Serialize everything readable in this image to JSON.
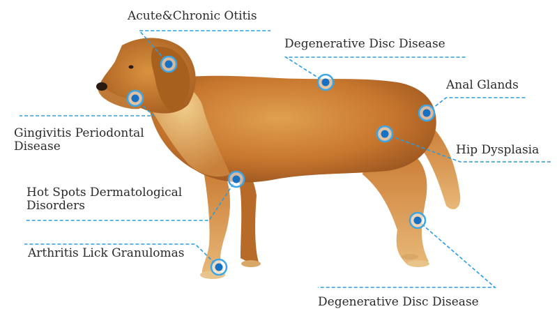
{
  "colors": {
    "leader_line": "#2a9be0",
    "marker_ring": "#3aa6e8",
    "marker_dot": "#1670c4",
    "label_text": "#2a2a2a",
    "coat_main": "#c8772e",
    "coat_light": "#e6b06a",
    "coat_dark": "#8c4a1a"
  },
  "illustration": {
    "subject": "golden-retriever-side-view"
  },
  "callouts": [
    {
      "id": "acute-chronic-otitis",
      "lines": [
        "Acute&Chronic Otitis"
      ]
    },
    {
      "id": "degenerative-disc-disease-back",
      "lines": [
        "Degenerative Disc Disease"
      ]
    },
    {
      "id": "anal-glands",
      "lines": [
        "Anal Glands"
      ]
    },
    {
      "id": "gingivitis-periodontal-disease",
      "lines": [
        "Gingivitis Periodontal",
        "Disease"
      ]
    },
    {
      "id": "hip-dysplasia",
      "lines": [
        "Hip Dysplasia"
      ]
    },
    {
      "id": "hot-spots-dermatological-disorders",
      "lines": [
        "Hot Spots Dermatological",
        "Disorders"
      ]
    },
    {
      "id": "arthritis-lick-granulomas",
      "lines": [
        "Arthritis Lick Granulomas"
      ]
    },
    {
      "id": "degenerative-disc-disease-leg",
      "lines": [
        "Degenerative Disc Disease"
      ]
    }
  ]
}
